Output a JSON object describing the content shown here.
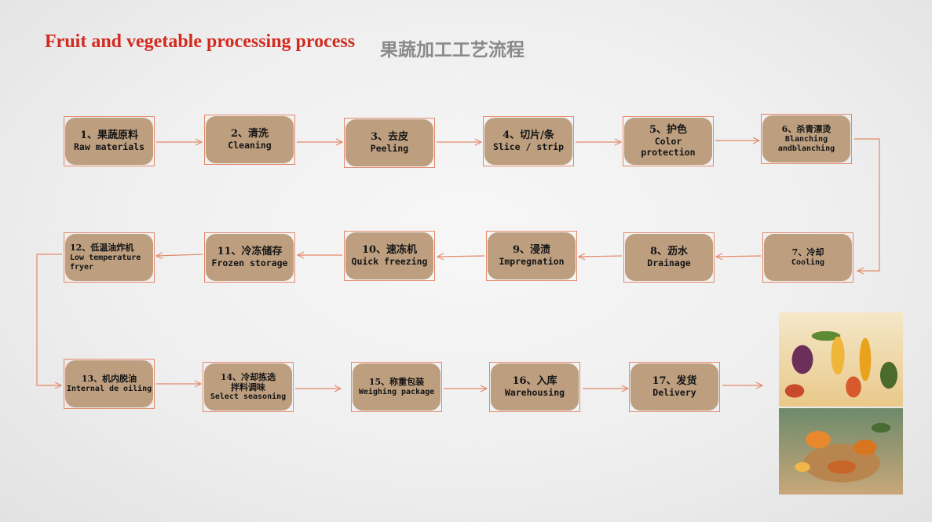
{
  "title": {
    "en": "Fruit and vegetable processing process",
    "cn": "果蔬加工工艺流程"
  },
  "steps": [
    {
      "cn": "1、果蔬原料",
      "en": "Raw materials"
    },
    {
      "cn": "2、清洗",
      "en": "Cleaning"
    },
    {
      "cn": "3、去皮",
      "en": "Peeling"
    },
    {
      "cn": "4、切片/条",
      "en": "Slice / strip"
    },
    {
      "cn": "5、护色",
      "en": "Color",
      "en2": "protection"
    },
    {
      "cn": "6、杀青漂烫",
      "en": "Blanching",
      "en2": "andblanching"
    },
    {
      "cn": "7、冷却",
      "en": "Cooling"
    },
    {
      "cn": "8、沥水",
      "en": "Drainage"
    },
    {
      "cn": "9、浸渍",
      "en": "Impregnation"
    },
    {
      "cn": "10、速冻机",
      "en": "Quick freezing"
    },
    {
      "cn": "11、冷冻储存",
      "en": "Frozen storage"
    },
    {
      "cn": "12、低温油炸机",
      "en": "Low temperature",
      "en2": "fryer"
    },
    {
      "cn": "13、机内脱油",
      "en": "Internal de oiling"
    },
    {
      "cn": "14、冷却拣选",
      "cn2": "拌料调味",
      "en": "Select seasoning"
    },
    {
      "cn": "15、称重包装",
      "en": "Weighing package"
    },
    {
      "cn": "16、入库",
      "en": "Warehousing"
    },
    {
      "cn": "17、发货",
      "en": "Delivery"
    }
  ],
  "colors": {
    "title_en": "#d32a1f",
    "title_cn": "#8a8a8a",
    "step_fill": "#bd9f80",
    "step_border": "#e4896b",
    "arrow": "#e4896b"
  },
  "images": [
    "fried-vegetable-chips-photo",
    "fried-vegetable-chips-bowl-photo"
  ]
}
